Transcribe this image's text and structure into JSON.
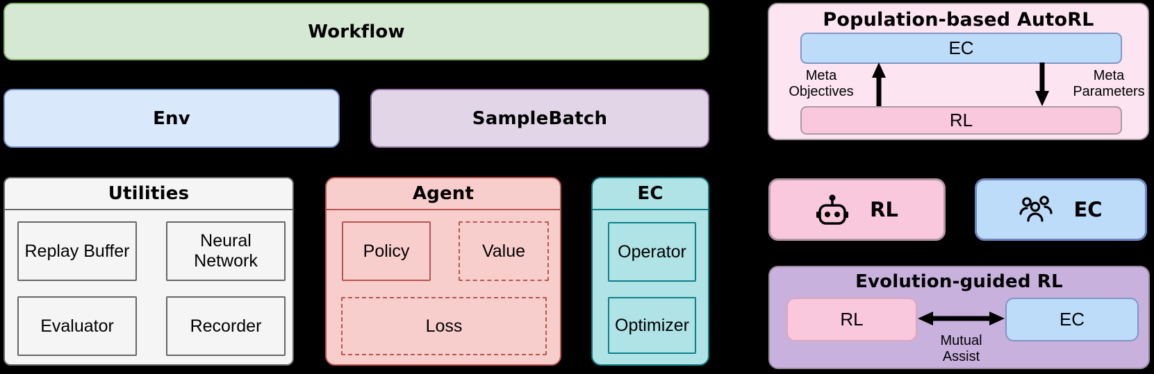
{
  "palette": {
    "background": "#000000",
    "workflow_fill": "#d5e8d4",
    "workflow_stroke": "#82b366",
    "env_fill": "#dae8fc",
    "env_stroke": "#6c8ebf",
    "samplebatch_fill": "#e1d5e7",
    "samplebatch_stroke": "#9673a6",
    "utilities_fill": "#f5f5f5",
    "utilities_stroke": "#666666",
    "agent_fill": "#f8cecc",
    "agent_stroke": "#b85450",
    "ec_fill": "#b0e3e6",
    "ec_stroke": "#0e8088",
    "autorl_panel_fill": "#fce4f0",
    "evo_panel_fill": "#c9b1de",
    "rl_pink": "#f9c8dc",
    "ec_blue": "#bcdcfa",
    "arrow_color": "#000000"
  },
  "workflow": {
    "label": "Workflow"
  },
  "env": {
    "label": "Env"
  },
  "sample_batch": {
    "label": "SampleBatch"
  },
  "utilities": {
    "title": "Utilities",
    "items": [
      "Replay Buffer",
      "Neural Network",
      "Evaluator",
      "Recorder"
    ]
  },
  "agent": {
    "title": "Agent",
    "policy": "Policy",
    "value": "Value",
    "loss": "Loss"
  },
  "ec_panel": {
    "title": "EC",
    "operator": "Operator",
    "optimizer": "Optimizer"
  },
  "autorl": {
    "title": "Population-based AutoRL",
    "ec_label": "EC",
    "rl_label": "RL",
    "meta_objectives": {
      "line1": "Meta",
      "line2": "Objectives"
    },
    "meta_parameters": {
      "line1": "Meta",
      "line2": "Parameters"
    }
  },
  "rl_chip": {
    "label": "RL",
    "icon": "robot-icon"
  },
  "ec_chip": {
    "label": "EC",
    "icon": "users-icon"
  },
  "evo": {
    "title": "Evolution-guided RL",
    "rl_label": "RL",
    "ec_label": "EC",
    "mutual": {
      "line1": "Mutual",
      "line2": "Assist"
    }
  }
}
